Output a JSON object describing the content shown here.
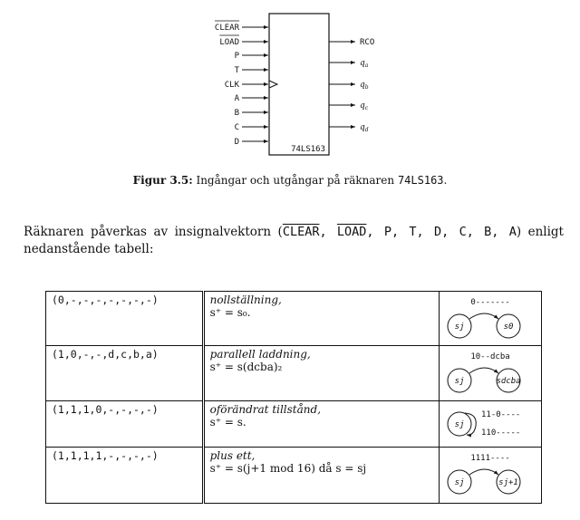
{
  "figure": {
    "inputs": [
      "CLEAR",
      "LOAD",
      "P",
      "T",
      "CLK",
      "A",
      "B",
      "C",
      "D"
    ],
    "outputs": [
      "RCO",
      "qa",
      "qb",
      "qc",
      "qd"
    ],
    "chip": "74LS163"
  },
  "caption": {
    "label": "Figur 3.5:",
    "text": " Ingångar och utgångar på räknaren ",
    "chip": "74LS163",
    "end": "."
  },
  "paragraph": {
    "before": "Räknaren påverkas av insignalvektorn (",
    "vector": [
      " CLEAR",
      ", LOAD",
      ", P, T, D, C, B, A"
    ],
    "after": ") enligt nedanstående tabell:"
  },
  "table": {
    "rows": [
      {
        "input": "(0,-,-,-,-,-,-,-)",
        "name": "nollställning,",
        "formula": "s⁺ = s₀.",
        "code": "0-------",
        "from": "sj",
        "to": "s0"
      },
      {
        "input": "(1,0,-,-,d,c,b,a)",
        "name": "parallell laddning,",
        "formula": "s⁺ = s(dcba)₂",
        "code": "10--dcba",
        "from": "sj",
        "to": "sdcba"
      },
      {
        "input": "(1,1,1,0,-,-,-,-)",
        "name": "oförändrat tillstånd,",
        "formula": "s⁺ = s.",
        "code": "11-0----",
        "code2": "110-----",
        "from": "sj"
      },
      {
        "input": "(1,1,1,1,-,-,-,-)",
        "name": "plus ett,",
        "formula": "s⁺ = s(j+1 mod 16) då s = sj",
        "code": "1111----",
        "from": "sj",
        "to": "sj+1"
      }
    ]
  }
}
